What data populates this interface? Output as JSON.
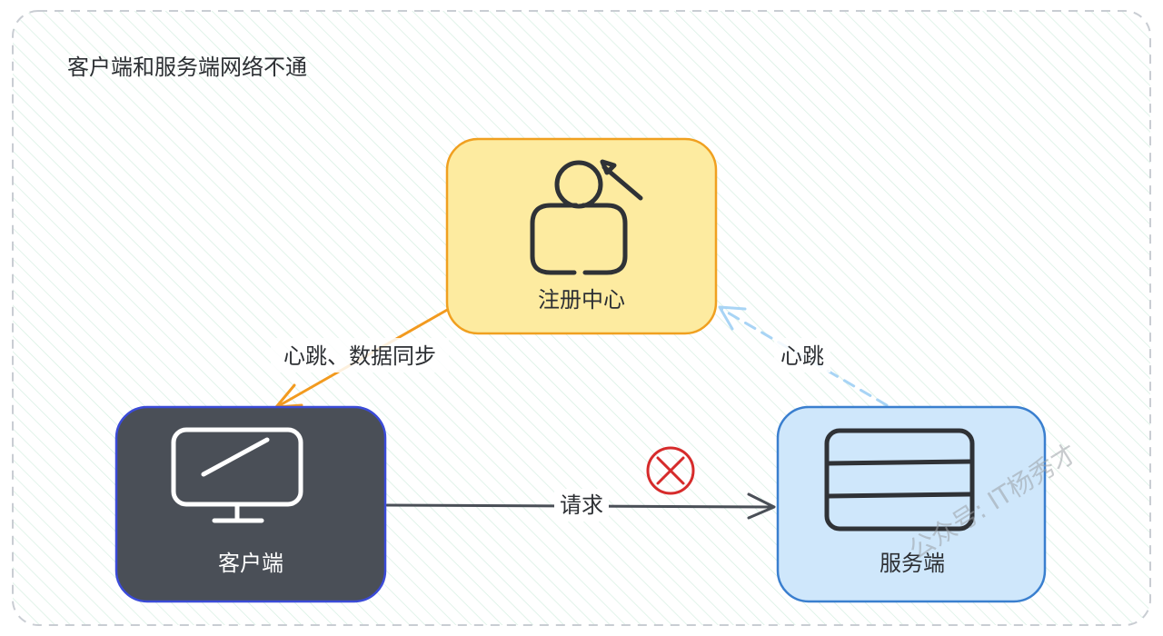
{
  "frame": {
    "title": "客户端和服务端网络不通"
  },
  "nodes": {
    "registry": {
      "label": "注册中心"
    },
    "client": {
      "label": "客户端"
    },
    "server": {
      "label": "服务端"
    }
  },
  "edges": {
    "registry_to_client": {
      "label": "心跳、数据同步"
    },
    "server_to_registry": {
      "label": "心跳"
    },
    "client_to_server": {
      "label": "请求",
      "status": "failed"
    }
  },
  "watermark": {
    "text": "公众号: IT杨秀才"
  },
  "colors": {
    "registry_fill": "#fdeba0",
    "registry_stroke": "#f0a020",
    "client_fill": "#4a4f57",
    "client_stroke": "#3b4bd8",
    "server_fill": "#cfe7fb",
    "server_stroke": "#3a7fcf",
    "arrow_orange": "#f29a1f",
    "arrow_blue_dashed": "#a8d4f5",
    "arrow_dark": "#4a4f57",
    "error_red": "#d62b2b"
  }
}
